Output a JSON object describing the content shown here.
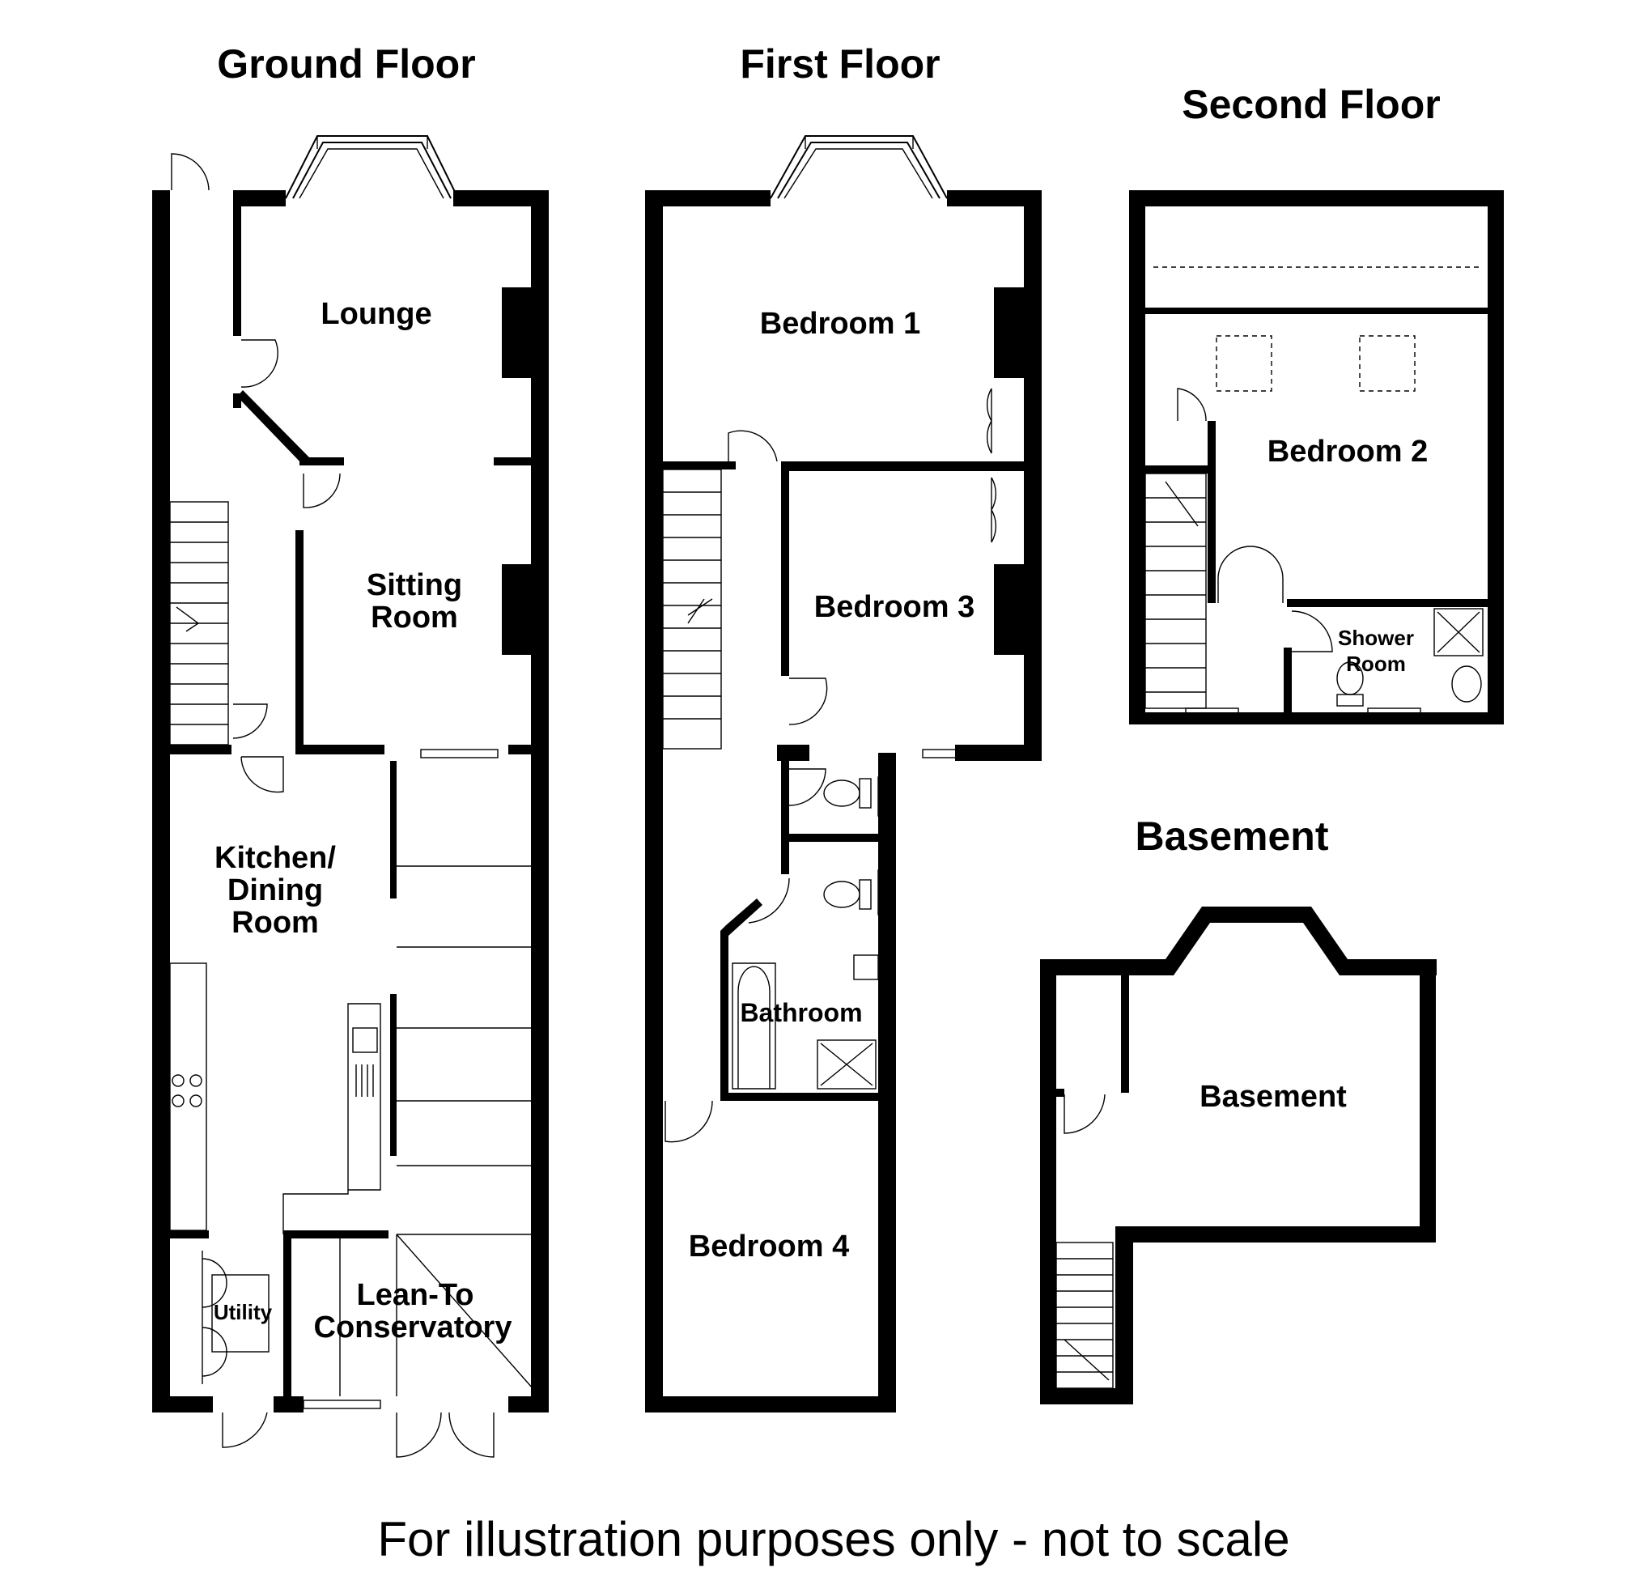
{
  "floors": {
    "ground": {
      "title": "Ground Floor",
      "rooms": {
        "lounge": "Lounge",
        "sitting_l1": "Sitting",
        "sitting_l2": "Room",
        "kitchen_l1": "Kitchen/",
        "kitchen_l2": "Dining",
        "kitchen_l3": "Room",
        "utility": "Utility",
        "leanto_l1": "Lean-To",
        "leanto_l2": "Conservatory"
      }
    },
    "first": {
      "title": "First Floor",
      "rooms": {
        "bedroom1": "Bedroom 1",
        "bedroom3": "Bedroom 3",
        "bathroom": "Bathroom",
        "bedroom4": "Bedroom 4"
      }
    },
    "second": {
      "title": "Second Floor",
      "rooms": {
        "bedroom2": "Bedroom 2",
        "shower_l1": "Shower",
        "shower_l2": "Room"
      }
    },
    "basement": {
      "title": "Basement",
      "rooms": {
        "basement": "Basement"
      }
    }
  },
  "disclaimer": "For illustration purposes only - not to scale"
}
